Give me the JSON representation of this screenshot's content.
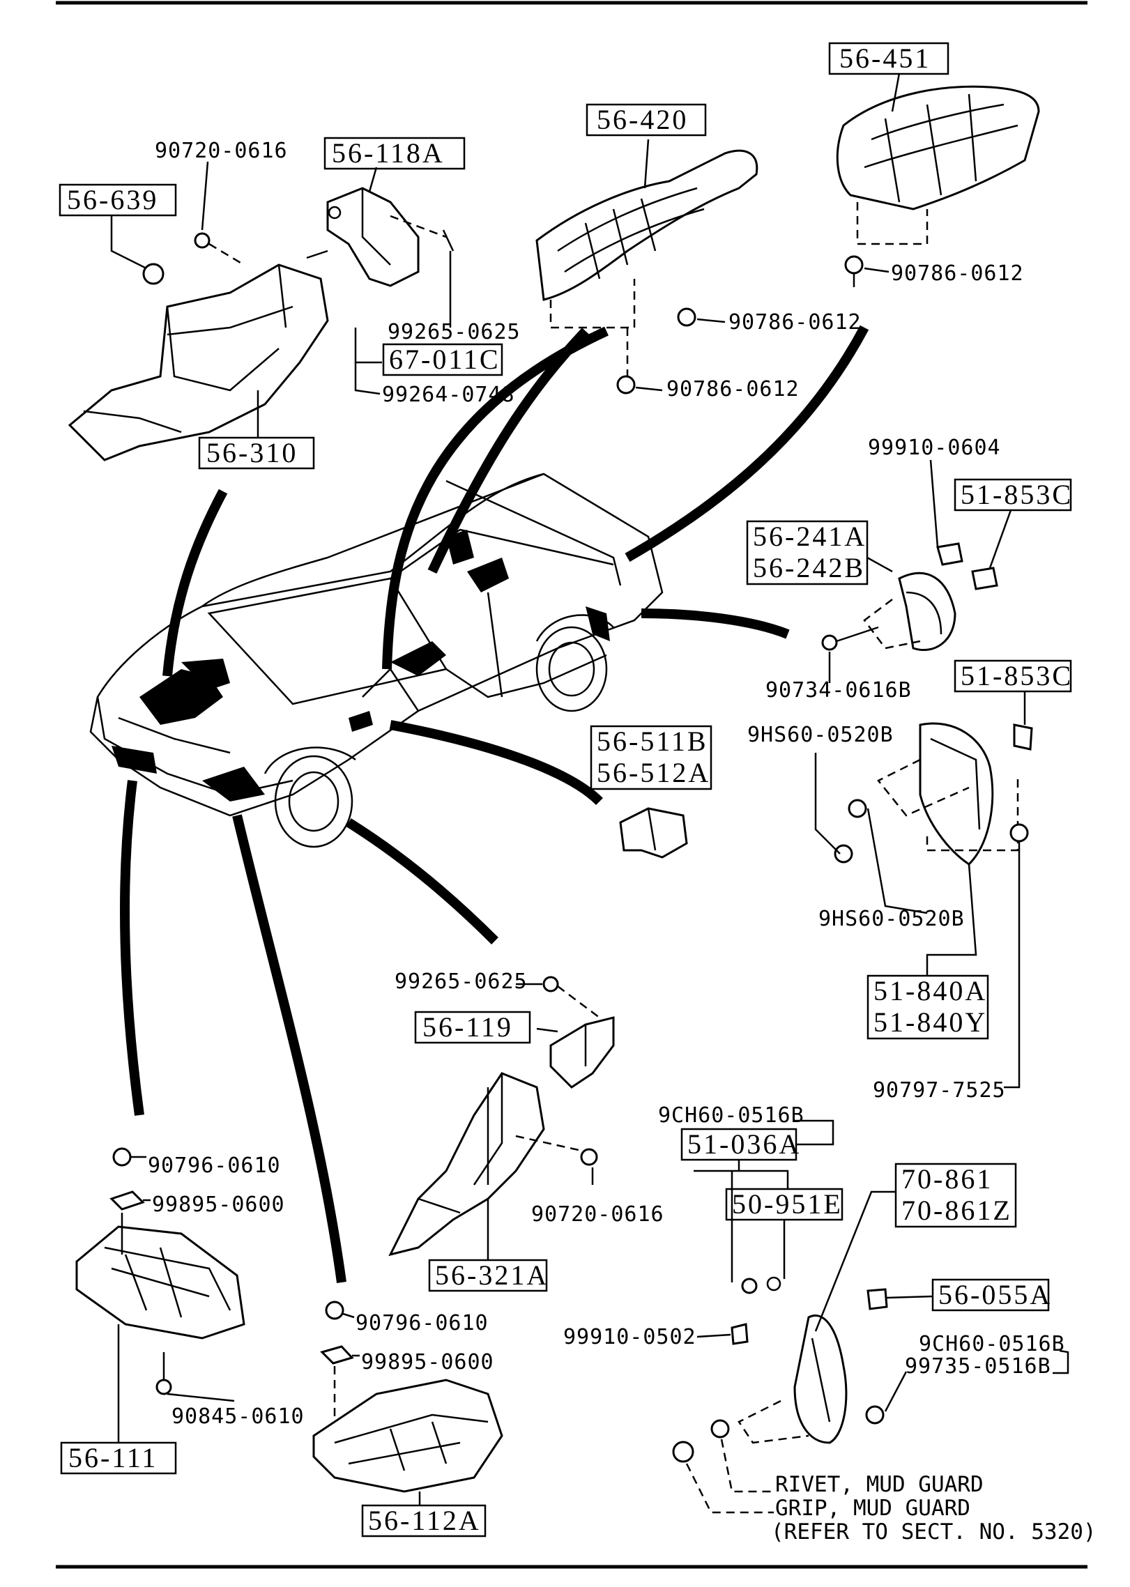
{
  "diagram": {
    "boxed_parts": {
      "p56_451": "56-451",
      "p56_420": "56-420",
      "p56_118A": "56-118A",
      "p56_639": "56-639",
      "p67_011C": "67-011C",
      "p56_310": "56-310",
      "p51_853C_top": "51-853C",
      "p56_241A": "56-241A",
      "p56_242B": "56-242B",
      "p51_853C_mid": "51-853C",
      "p56_511B": "56-511B",
      "p56_512A": "56-512A",
      "p51_840A": "51-840A",
      "p51_840Y": "51-840Y",
      "p56_119": "56-119",
      "p51_036A": "51-036A",
      "p50_951E": "50-951E",
      "p70_861": "70-861",
      "p70_861Z": "70-861Z",
      "p56_055A": "56-055A",
      "p56_321A": "56-321A",
      "p56_111": "56-111",
      "p56_112A": "56-112A"
    },
    "fasteners": {
      "f90720_0616_top": "90720-0616",
      "f99265_0625_top": "99265-0625",
      "f99264_0748": "99264-0748",
      "f90786_0612_a": "90786-0612",
      "f90786_0612_b": "90786-0612",
      "f90786_0612_c": "90786-0612",
      "f99910_0604": "99910-0604",
      "f90734_0616B": "90734-0616B",
      "f9HS60_0520B_a": "9HS60-0520B",
      "f9HS60_0520B_b": "9HS60-0520B",
      "f99265_0625_mid": "99265-0625",
      "f90797_7525": "90797-7525",
      "f9CH60_0516B_a": "9CH60-0516B",
      "f90720_0616_mid": "90720-0616",
      "f90796_0610_a": "90796-0610",
      "f99895_0600_a": "99895-0600",
      "f90845_0610": "90845-0610",
      "f90796_0610_b": "90796-0610",
      "f99895_0600_b": "99895-0600",
      "f99910_0502": "99910-0502",
      "f9CH60_0516B_b": "9CH60-0516B",
      "f99735_0516B": "99735-0516B"
    },
    "notes": {
      "rivet": "RIVET, MUD GUARD",
      "grip": "GRIP, MUD GUARD",
      "refer": "(REFER TO SECT. NO. 5320)"
    }
  }
}
